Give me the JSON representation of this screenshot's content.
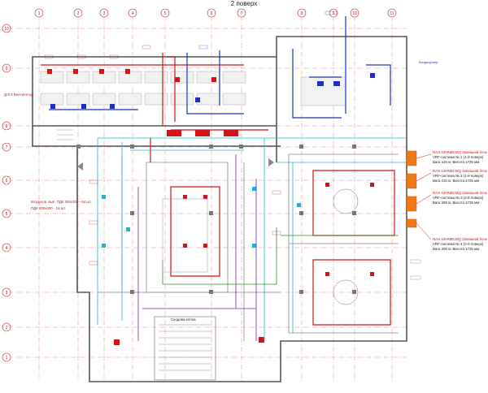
{
  "title": "2 поверх",
  "axes": {
    "columns": [
      "1",
      "2",
      "3",
      "4",
      "5",
      "6",
      "7",
      "8",
      "9",
      "10",
      "11"
    ],
    "rows": [
      "10",
      "9",
      "8",
      "7",
      "6",
      "5",
      "4",
      "3",
      "2",
      "1"
    ]
  },
  "notes": {
    "left_main": "Воздухов. вып. ПДК 300х300 - 64 шт.",
    "left_main2": "ПДК 400х400 - 16 шт.",
    "right_1": "RAS-10HNBCMQ Зовнішній блок",
    "right_1b": "VRF-система № 1 (1-й поверх)",
    "right_1c": "Вага 415 кг, Висота 1725 мм",
    "right_2": "RAS-10HNBCMQ Зовнішній блок",
    "right_2b": "VRF-система № 2 (1-й поверх)",
    "right_2c": "Вага 415 кг, Висота 1725 мм",
    "right_3": "RAS-10HNBCMQ Зовнішній блок",
    "right_3b": "VRF-система № 3 (2-й поверх)",
    "right_3c": "Вага 308 кг, Висота 1725 мм",
    "right_4": "RAS-10HNBCMQ Зовнішній блок",
    "right_4b": "VRF-система № 4 (2-й поверх)",
    "right_4c": "Вага 308 кг, Висота 1725 мм",
    "left_top": "Д-8.3 Вентилятор",
    "top_blue": "Кондиціонер",
    "center_bottom": "Сходова клітка"
  },
  "colors": {
    "supply": "#d0141a",
    "exhaust": "#1b2fd0",
    "cooling": "#1fb6c8",
    "heating": "#7a2aa8",
    "walls": "#555555",
    "grid": "#c0191f",
    "outdoor_unit": "#f07a1a",
    "return": "#2f8a2f"
  }
}
